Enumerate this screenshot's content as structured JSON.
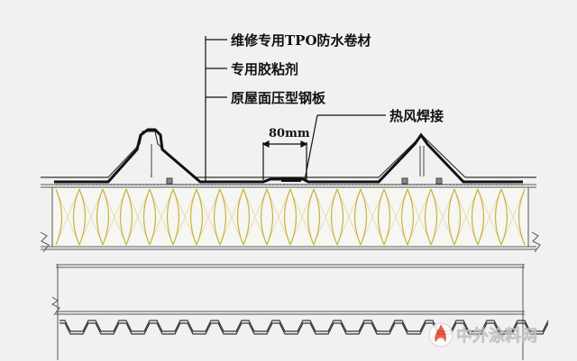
{
  "labels": {
    "membrane": "维修专用TPO防水卷材",
    "adhesive": "专用胶粘剂",
    "steel": "原屋面压型钢板",
    "width": "80mm",
    "weld": "热风焊接"
  },
  "watermark": {
    "text": "中外涂料网",
    "icon": "flame-logo-icon",
    "color": "#ffffff"
  },
  "colors": {
    "insulation": "#c9b23c",
    "line": "#222222",
    "background": "#f1f1f1"
  }
}
